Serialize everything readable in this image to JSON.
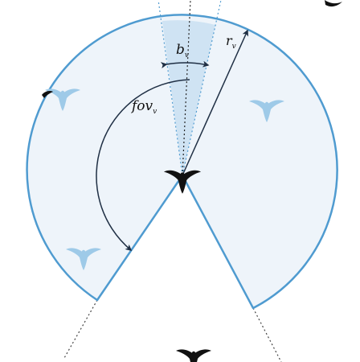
{
  "labels": {
    "fov": {
      "main": "fov",
      "sub": "v"
    },
    "b": {
      "main": "b",
      "sub": "v"
    },
    "r": {
      "main": "r",
      "sub": "v"
    }
  },
  "colors": {
    "sector_fill": "#eef4fa",
    "sector_stroke": "#4f9bd0",
    "blind_fill": "#cfe3f3",
    "arrow": "#1f2f44",
    "dotted": "#444444",
    "bird_light": "#9ecae8",
    "bird_dark": "#111111"
  },
  "icons": {
    "focal_bird": "bird-silhouette-dark",
    "neighbor_birds": "bird-silhouette-light",
    "outside_birds": "bird-silhouette-dark"
  }
}
